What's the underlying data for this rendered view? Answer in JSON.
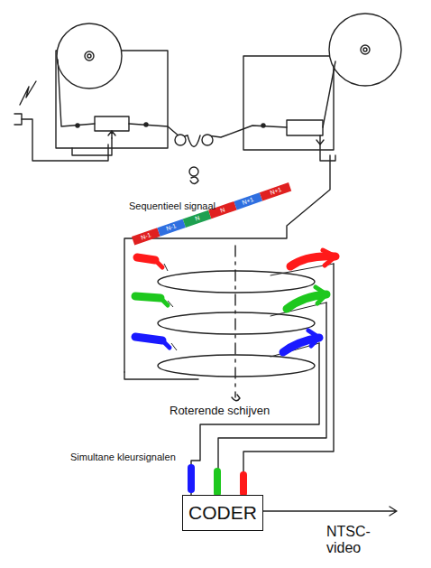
{
  "diagram": {
    "nodes": [
      {
        "text": [
          "CODER"
        ]
      }
    ],
    "labels": [
      "Sequentieel signaal",
      "N-1",
      "N-1",
      "N",
      "N",
      "N+1",
      "N+1",
      "Roterende schijven",
      "Simultane kleursignalen",
      "NTSC- video"
    ]
  }
}
